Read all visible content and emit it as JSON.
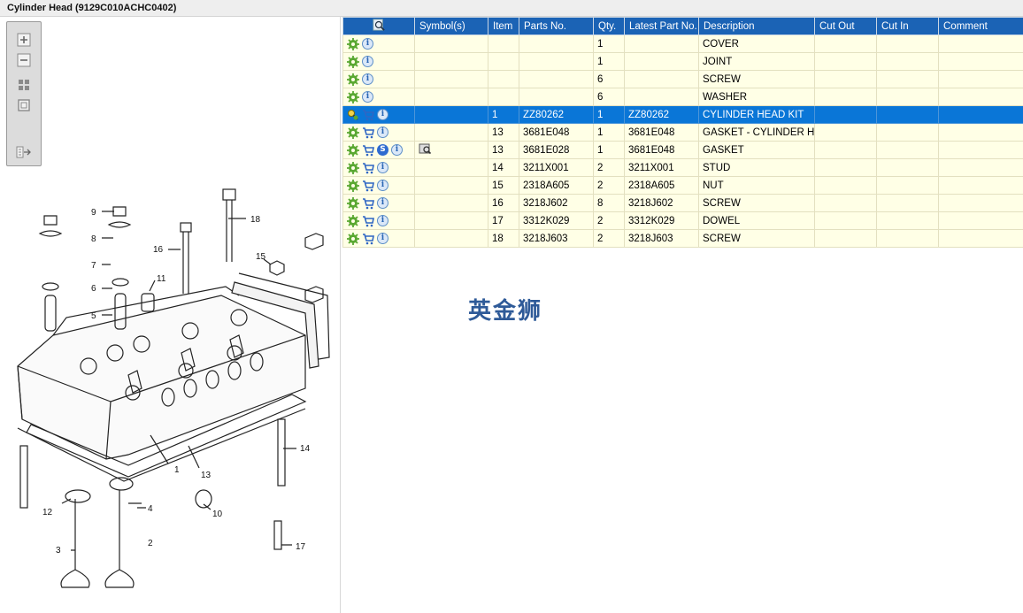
{
  "title": "Cylinder Head (9129C010ACHC0402)",
  "watermark": "英金狮",
  "colors": {
    "header_bg": "#1b63b5",
    "row_bg": "#ffffe6",
    "selected_bg": "#0a76d7"
  },
  "table": {
    "columns": [
      "",
      "Symbol(s)",
      "Item",
      "Parts No.",
      "Qty.",
      "Latest Part No.",
      "Description",
      "Cut Out",
      "Cut In",
      "Comment"
    ],
    "rows": [
      {
        "icons": [
          "gear",
          "info"
        ],
        "item": "",
        "part": "",
        "qty": "1",
        "latest": "",
        "desc": "COVER"
      },
      {
        "icons": [
          "gear",
          "info"
        ],
        "item": "",
        "part": "",
        "qty": "1",
        "latest": "",
        "desc": "JOINT"
      },
      {
        "icons": [
          "gear",
          "info"
        ],
        "item": "",
        "part": "",
        "qty": "6",
        "latest": "",
        "desc": "SCREW"
      },
      {
        "icons": [
          "gear",
          "info"
        ],
        "item": "",
        "part": "",
        "qty": "6",
        "latest": "",
        "desc": "WASHER"
      },
      {
        "icons": [
          "search-gear",
          "cart",
          "info"
        ],
        "item": "1",
        "part": "ZZ80262",
        "qty": "1",
        "latest": "ZZ80262",
        "desc": "CYLINDER HEAD KIT",
        "selected": true
      },
      {
        "icons": [
          "gear",
          "cart",
          "info"
        ],
        "item": "13",
        "part": "3681E048",
        "qty": "1",
        "latest": "3681E048",
        "desc": "GASKET - CYLINDER HEAD"
      },
      {
        "icons": [
          "gear",
          "cart",
          "s",
          "info"
        ],
        "symbol": "book",
        "item": "13",
        "part": "3681E028",
        "qty": "1",
        "latest": "3681E048",
        "desc": "GASKET"
      },
      {
        "icons": [
          "gear",
          "cart",
          "info"
        ],
        "item": "14",
        "part": "3211X001",
        "qty": "2",
        "latest": "3211X001",
        "desc": "STUD"
      },
      {
        "icons": [
          "gear",
          "cart",
          "info"
        ],
        "item": "15",
        "part": "2318A605",
        "qty": "2",
        "latest": "2318A605",
        "desc": "NUT"
      },
      {
        "icons": [
          "gear",
          "cart",
          "info"
        ],
        "item": "16",
        "part": "3218J602",
        "qty": "8",
        "latest": "3218J602",
        "desc": "SCREW"
      },
      {
        "icons": [
          "gear",
          "cart",
          "info"
        ],
        "item": "17",
        "part": "3312K029",
        "qty": "2",
        "latest": "3312K029",
        "desc": "DOWEL"
      },
      {
        "icons": [
          "gear",
          "cart",
          "info"
        ],
        "item": "18",
        "part": "3218J603",
        "qty": "2",
        "latest": "3218J603",
        "desc": "SCREW"
      }
    ]
  },
  "toolbar": {
    "tools": [
      "zoom-in-icon",
      "zoom-out-icon",
      "fit-icon",
      "actual-size-icon",
      "export-icon"
    ]
  },
  "diagram_callouts": [
    "1",
    "2",
    "3",
    "4",
    "5",
    "6",
    "7",
    "8",
    "9",
    "10",
    "11",
    "12",
    "13",
    "14",
    "15",
    "16",
    "17",
    "18"
  ]
}
